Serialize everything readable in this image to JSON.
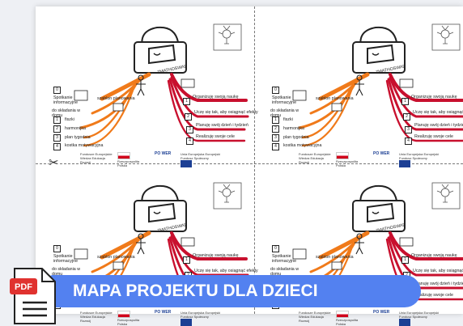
{
  "document": {
    "labels": {
      "header": "ZMATHOSWAD",
      "right_items": [
        "Organizuję swoją naukę",
        "Uczę się tak, aby osiągnąć efekty",
        "Planuję swój dzień i tydzień",
        "Realizuję swoje cele"
      ],
      "left_items": [
        "Spotkanie informacyjne",
        "szablon planowania",
        "do składania w domu",
        "fiszki",
        "harmonijka",
        "plan tygodnia",
        "kostka motywacyjna"
      ],
      "box_numbers": [
        "1",
        "2",
        "3",
        "4",
        "0"
      ],
      "logos": [
        "Fundusze Europejskie Wiedza Edukacja Rozwój",
        "Rzeczpospolita Polska",
        "PO WER",
        "Unia Europejska Europejski Fundusz Społeczny"
      ]
    }
  },
  "banner": {
    "icon": "pdf-file-icon",
    "icon_label": "PDF",
    "title": "MAPA PROJEKTU DLA DZIECI"
  },
  "colors": {
    "banner": "#5381f0",
    "orange_branch": "#f07a1a",
    "red_branch": "#c8102e",
    "pdf_red": "#e0322f"
  }
}
